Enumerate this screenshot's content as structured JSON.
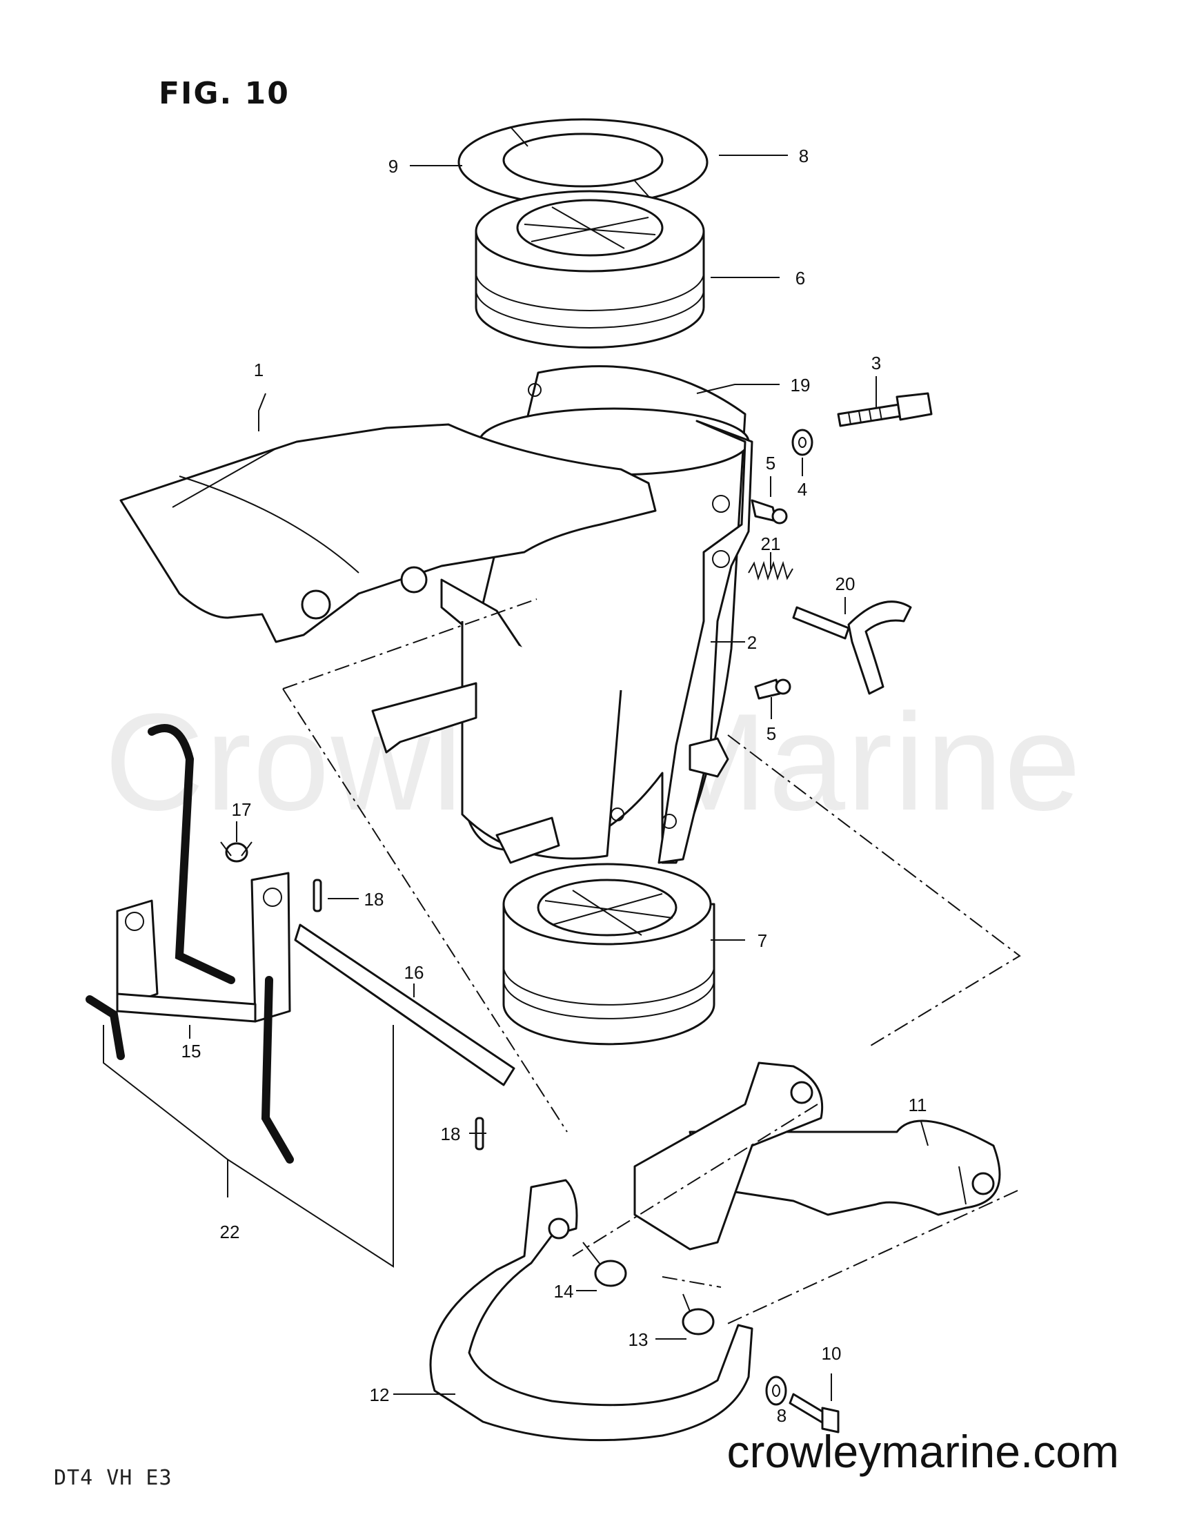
{
  "figure": {
    "title": "FIG. 10"
  },
  "watermark": "Crowley Marine",
  "footer": {
    "model_code": "DT4  VH  E3",
    "website": "crowleymarine.com"
  },
  "callouts": [
    "1",
    "2",
    "3",
    "4",
    "5",
    "5",
    "6",
    "7",
    "8",
    "8",
    "9",
    "10",
    "11",
    "12",
    "13",
    "14",
    "15",
    "16",
    "17",
    "18",
    "18",
    "19",
    "20",
    "21",
    "22"
  ]
}
